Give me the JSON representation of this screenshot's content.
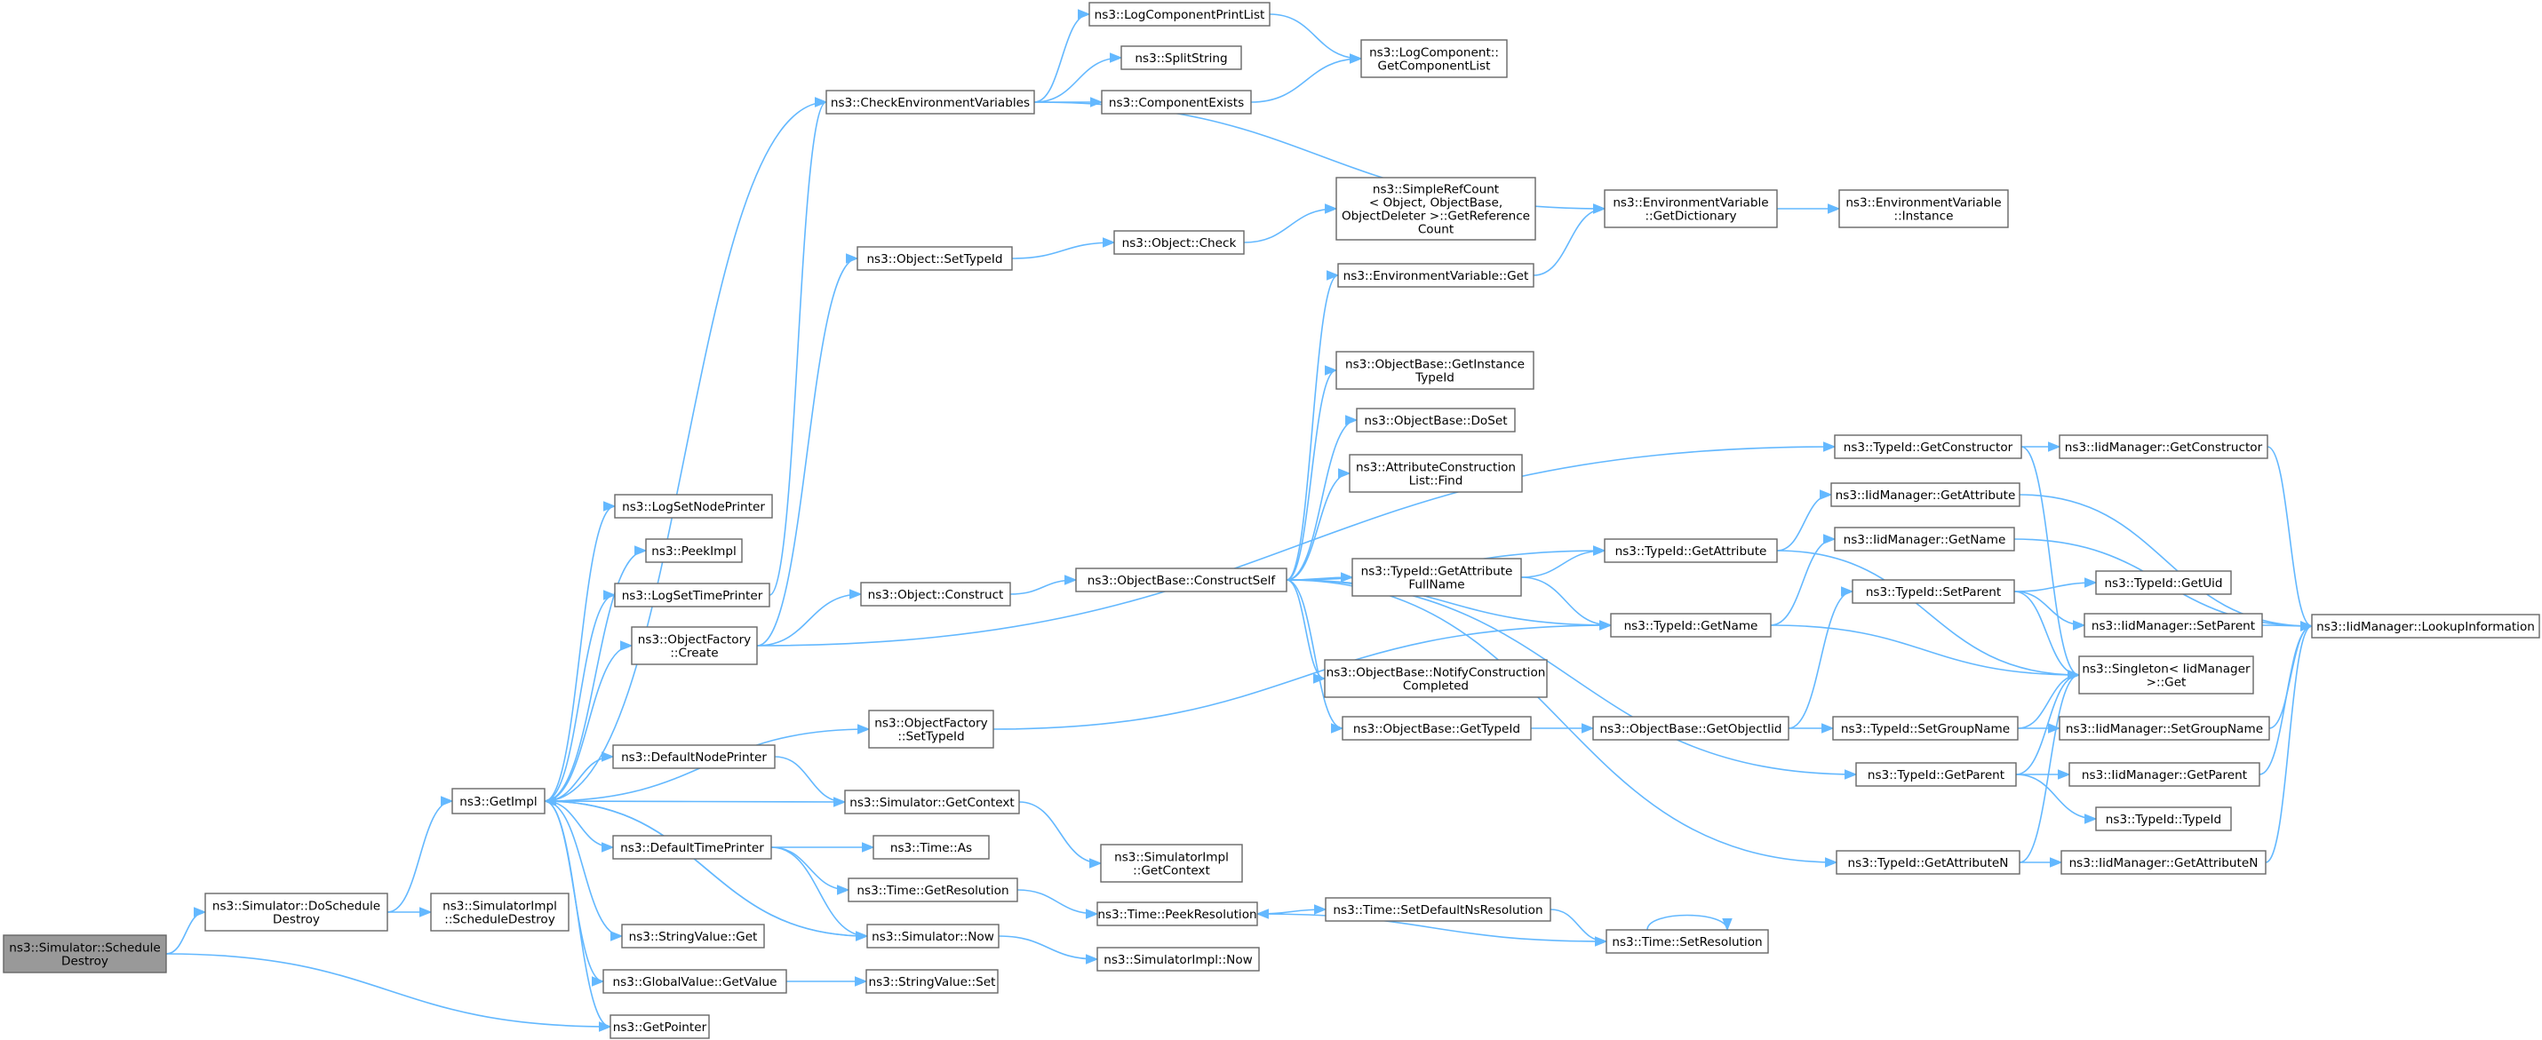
{
  "colors": {
    "edge": "#63b8ff",
    "node_border": "#666666",
    "root_fill": "#999999",
    "background": "#ffffff"
  },
  "nodes": [
    {
      "id": "root",
      "lines": [
        "ns3::Simulator::Schedule",
        "Destroy"
      ],
      "root": true
    },
    {
      "id": "doSchedDestroy",
      "lines": [
        "ns3::Simulator::DoSchedule",
        "Destroy"
      ]
    },
    {
      "id": "getImpl",
      "lines": [
        "ns3::GetImpl"
      ]
    },
    {
      "id": "simImplSchedDestroy",
      "lines": [
        "ns3::SimulatorImpl",
        "::ScheduleDestroy"
      ]
    },
    {
      "id": "getPointer",
      "lines": [
        "ns3::GetPointer"
      ]
    },
    {
      "id": "logSetNodePrinter",
      "lines": [
        "ns3::LogSetNodePrinter"
      ]
    },
    {
      "id": "peekImpl",
      "lines": [
        "ns3::PeekImpl"
      ]
    },
    {
      "id": "logSetTimePrinter",
      "lines": [
        "ns3::LogSetTimePrinter"
      ]
    },
    {
      "id": "objFactoryCreate",
      "lines": [
        "ns3::ObjectFactory",
        "::Create"
      ]
    },
    {
      "id": "objFactorySetTypeId",
      "lines": [
        "ns3::ObjectFactory",
        "::SetTypeId"
      ]
    },
    {
      "id": "defaultNodePrinter",
      "lines": [
        "ns3::DefaultNodePrinter"
      ]
    },
    {
      "id": "simGetContext",
      "lines": [
        "ns3::Simulator::GetContext"
      ]
    },
    {
      "id": "defaultTimePrinter",
      "lines": [
        "ns3::DefaultTimePrinter"
      ]
    },
    {
      "id": "timeAs",
      "lines": [
        "ns3::Time::As"
      ]
    },
    {
      "id": "timeGetResolution",
      "lines": [
        "ns3::Time::GetResolution"
      ]
    },
    {
      "id": "simNow",
      "lines": [
        "ns3::Simulator::Now"
      ]
    },
    {
      "id": "stringValueGet",
      "lines": [
        "ns3::StringValue::Get"
      ]
    },
    {
      "id": "globalValueGetValue",
      "lines": [
        "ns3::GlobalValue::GetValue"
      ]
    },
    {
      "id": "stringValueSet",
      "lines": [
        "ns3::StringValue::Set"
      ]
    },
    {
      "id": "simImplGetContext",
      "lines": [
        "ns3::SimulatorImpl",
        "::GetContext"
      ]
    },
    {
      "id": "timePeekResolution",
      "lines": [
        "ns3::Time::PeekResolution"
      ]
    },
    {
      "id": "simImplNow",
      "lines": [
        "ns3::SimulatorImpl::Now"
      ]
    },
    {
      "id": "timeSetDefaultNsRes",
      "lines": [
        "ns3::Time::SetDefaultNsResolution"
      ]
    },
    {
      "id": "timeSetResolution",
      "lines": [
        "ns3::Time::SetResolution"
      ]
    },
    {
      "id": "checkEnvVars",
      "lines": [
        "ns3::CheckEnvironmentVariables"
      ]
    },
    {
      "id": "logCompPrintList",
      "lines": [
        "ns3::LogComponentPrintList"
      ]
    },
    {
      "id": "splitString",
      "lines": [
        "ns3::SplitString"
      ]
    },
    {
      "id": "componentExists",
      "lines": [
        "ns3::ComponentExists"
      ]
    },
    {
      "id": "logCompGetList",
      "lines": [
        "ns3::LogComponent::",
        "GetComponentList"
      ]
    },
    {
      "id": "objectSetTypeId",
      "lines": [
        "ns3::Object::SetTypeId"
      ]
    },
    {
      "id": "objectCheck",
      "lines": [
        "ns3::Object::Check"
      ]
    },
    {
      "id": "simpleRefCount",
      "lines": [
        "ns3::SimpleRefCount",
        "< Object, ObjectBase,",
        " ObjectDeleter >::GetReference",
        "Count"
      ]
    },
    {
      "id": "envVarGetDict",
      "lines": [
        "ns3::EnvironmentVariable",
        "::GetDictionary"
      ]
    },
    {
      "id": "envVarInstance",
      "lines": [
        "ns3::EnvironmentVariable",
        "::Instance"
      ]
    },
    {
      "id": "envVarGet",
      "lines": [
        "ns3::EnvironmentVariable::Get"
      ]
    },
    {
      "id": "objectConstruct",
      "lines": [
        "ns3::Object::Construct"
      ]
    },
    {
      "id": "objBaseConstructSelf",
      "lines": [
        "ns3::ObjectBase::ConstructSelf"
      ]
    },
    {
      "id": "objBaseGetInstTypeId",
      "lines": [
        "ns3::ObjectBase::GetInstance",
        "TypeId"
      ]
    },
    {
      "id": "objBaseDoSet",
      "lines": [
        "ns3::ObjectBase::DoSet"
      ]
    },
    {
      "id": "attrConstrListFind",
      "lines": [
        "ns3::AttributeConstruction",
        "List::Find"
      ]
    },
    {
      "id": "typeIdGetAttrFullName",
      "lines": [
        "ns3::TypeId::GetAttribute",
        "FullName"
      ]
    },
    {
      "id": "objBaseNotifyConstr",
      "lines": [
        "ns3::ObjectBase::NotifyConstruction",
        "Completed"
      ]
    },
    {
      "id": "objBaseGetTypeId",
      "lines": [
        "ns3::ObjectBase::GetTypeId"
      ]
    },
    {
      "id": "typeIdGetConstructor",
      "lines": [
        "ns3::TypeId::GetConstructor"
      ]
    },
    {
      "id": "typeIdGetAttribute",
      "lines": [
        "ns3::TypeId::GetAttribute"
      ]
    },
    {
      "id": "typeIdGetName",
      "lines": [
        "ns3::TypeId::GetName"
      ]
    },
    {
      "id": "objBaseGetObjectIid",
      "lines": [
        "ns3::ObjectBase::GetObjectIid"
      ]
    },
    {
      "id": "typeIdGetParent",
      "lines": [
        "ns3::TypeId::GetParent"
      ]
    },
    {
      "id": "typeIdGetAttributeN",
      "lines": [
        "ns3::TypeId::GetAttributeN"
      ]
    },
    {
      "id": "iidMgrGetConstructor",
      "lines": [
        "ns3::IidManager::GetConstructor"
      ]
    },
    {
      "id": "iidMgrGetAttribute",
      "lines": [
        "ns3::IidManager::GetAttribute"
      ]
    },
    {
      "id": "iidMgrGetName",
      "lines": [
        "ns3::IidManager::GetName"
      ]
    },
    {
      "id": "typeIdSetParent",
      "lines": [
        "ns3::TypeId::SetParent"
      ]
    },
    {
      "id": "typeIdSetGroupName",
      "lines": [
        "ns3::TypeId::SetGroupName"
      ]
    },
    {
      "id": "singletonGet",
      "lines": [
        "ns3::Singleton< IidManager",
        " >::Get"
      ]
    },
    {
      "id": "typeIdGetUid",
      "lines": [
        "ns3::TypeId::GetUid"
      ]
    },
    {
      "id": "iidMgrSetParent",
      "lines": [
        "ns3::IidManager::SetParent"
      ]
    },
    {
      "id": "iidMgrSetGroupName",
      "lines": [
        "ns3::IidManager::SetGroupName"
      ]
    },
    {
      "id": "iidMgrGetParent",
      "lines": [
        "ns3::IidManager::GetParent"
      ]
    },
    {
      "id": "typeIdTypeId",
      "lines": [
        "ns3::TypeId::TypeId"
      ]
    },
    {
      "id": "iidMgrGetAttributeN",
      "lines": [
        "ns3::IidManager::GetAttributeN"
      ]
    },
    {
      "id": "iidMgrLookupInfo",
      "lines": [
        "ns3::IidManager::LookupInformation"
      ]
    }
  ],
  "edges": [
    [
      "root",
      "doSchedDestroy"
    ],
    [
      "root",
      "getPointer"
    ],
    [
      "doSchedDestroy",
      "getImpl"
    ],
    [
      "doSchedDestroy",
      "simImplSchedDestroy"
    ],
    [
      "getImpl",
      "logSetNodePrinter"
    ],
    [
      "getImpl",
      "peekImpl"
    ],
    [
      "getImpl",
      "logSetTimePrinter"
    ],
    [
      "getImpl",
      "objFactoryCreate"
    ],
    [
      "getImpl",
      "objFactorySetTypeId"
    ],
    [
      "getImpl",
      "defaultNodePrinter"
    ],
    [
      "getImpl",
      "defaultTimePrinter"
    ],
    [
      "getImpl",
      "simNow"
    ],
    [
      "getImpl",
      "stringValueGet"
    ],
    [
      "getImpl",
      "globalValueGetValue"
    ],
    [
      "getImpl",
      "getPointer"
    ],
    [
      "getImpl",
      "checkEnvVars"
    ],
    [
      "simGetContext",
      "getImpl"
    ],
    [
      "simNow",
      "getImpl"
    ],
    [
      "logSetTimePrinter",
      "checkEnvVars"
    ],
    [
      "objFactoryCreate",
      "objectSetTypeId"
    ],
    [
      "objFactoryCreate",
      "objectConstruct"
    ],
    [
      "objFactoryCreate",
      "typeIdGetConstructor"
    ],
    [
      "objFactorySetTypeId",
      "typeIdGetName"
    ],
    [
      "defaultNodePrinter",
      "simGetContext"
    ],
    [
      "simGetContext",
      "simImplGetContext"
    ],
    [
      "defaultTimePrinter",
      "timeAs"
    ],
    [
      "defaultTimePrinter",
      "timeGetResolution"
    ],
    [
      "defaultTimePrinter",
      "simNow"
    ],
    [
      "timeGetResolution",
      "timePeekResolution"
    ],
    [
      "timePeekResolution",
      "timeSetDefaultNsRes"
    ],
    [
      "timeSetDefaultNsRes",
      "timeSetResolution"
    ],
    [
      "timeSetResolution",
      "timePeekResolution"
    ],
    [
      "timeSetResolution",
      "timeSetResolution"
    ],
    [
      "simNow",
      "simImplNow"
    ],
    [
      "globalValueGetValue",
      "stringValueSet"
    ],
    [
      "checkEnvVars",
      "logCompPrintList"
    ],
    [
      "checkEnvVars",
      "splitString"
    ],
    [
      "checkEnvVars",
      "componentExists"
    ],
    [
      "checkEnvVars",
      "envVarGetDict"
    ],
    [
      "logCompPrintList",
      "logCompGetList"
    ],
    [
      "componentExists",
      "logCompGetList"
    ],
    [
      "objectSetTypeId",
      "objectCheck"
    ],
    [
      "objectCheck",
      "simpleRefCount"
    ],
    [
      "envVarGetDict",
      "envVarInstance"
    ],
    [
      "envVarGet",
      "envVarGetDict"
    ],
    [
      "objectConstruct",
      "objBaseConstructSelf"
    ],
    [
      "objBaseConstructSelf",
      "envVarGet"
    ],
    [
      "objBaseConstructSelf",
      "objBaseGetInstTypeId"
    ],
    [
      "objBaseConstructSelf",
      "objBaseDoSet"
    ],
    [
      "objBaseConstructSelf",
      "attrConstrListFind"
    ],
    [
      "objBaseConstructSelf",
      "typeIdGetAttrFullName"
    ],
    [
      "objBaseConstructSelf",
      "typeIdGetAttribute"
    ],
    [
      "objBaseConstructSelf",
      "typeIdGetName"
    ],
    [
      "objBaseConstructSelf",
      "objBaseNotifyConstr"
    ],
    [
      "objBaseConstructSelf",
      "objBaseGetTypeId"
    ],
    [
      "objBaseConstructSelf",
      "typeIdGetParent"
    ],
    [
      "objBaseConstructSelf",
      "typeIdGetAttributeN"
    ],
    [
      "typeIdGetAttrFullName",
      "typeIdGetAttribute"
    ],
    [
      "typeIdGetAttrFullName",
      "typeIdGetName"
    ],
    [
      "objBaseGetTypeId",
      "objBaseGetObjectIid"
    ],
    [
      "objBaseGetObjectIid",
      "typeIdSetParent"
    ],
    [
      "objBaseGetObjectIid",
      "typeIdSetGroupName"
    ],
    [
      "typeIdGetConstructor",
      "iidMgrGetConstructor"
    ],
    [
      "typeIdGetConstructor",
      "singletonGet"
    ],
    [
      "typeIdGetAttribute",
      "iidMgrGetAttribute"
    ],
    [
      "typeIdGetAttribute",
      "singletonGet"
    ],
    [
      "typeIdGetName",
      "iidMgrGetName"
    ],
    [
      "typeIdGetName",
      "singletonGet"
    ],
    [
      "typeIdSetParent",
      "typeIdGetUid"
    ],
    [
      "typeIdSetParent",
      "iidMgrSetParent"
    ],
    [
      "typeIdSetParent",
      "singletonGet"
    ],
    [
      "typeIdSetGroupName",
      "iidMgrSetGroupName"
    ],
    [
      "typeIdSetGroupName",
      "singletonGet"
    ],
    [
      "typeIdGetParent",
      "iidMgrGetParent"
    ],
    [
      "typeIdGetParent",
      "typeIdTypeId"
    ],
    [
      "typeIdGetParent",
      "singletonGet"
    ],
    [
      "typeIdGetAttributeN",
      "iidMgrGetAttributeN"
    ],
    [
      "typeIdGetAttributeN",
      "singletonGet"
    ],
    [
      "iidMgrGetConstructor",
      "iidMgrLookupInfo"
    ],
    [
      "iidMgrGetAttribute",
      "iidMgrLookupInfo"
    ],
    [
      "iidMgrGetName",
      "iidMgrLookupInfo"
    ],
    [
      "iidMgrSetParent",
      "iidMgrLookupInfo"
    ],
    [
      "iidMgrSetGroupName",
      "iidMgrLookupInfo"
    ],
    [
      "iidMgrGetParent",
      "iidMgrLookupInfo"
    ],
    [
      "iidMgrGetAttributeN",
      "iidMgrLookupInfo"
    ]
  ]
}
